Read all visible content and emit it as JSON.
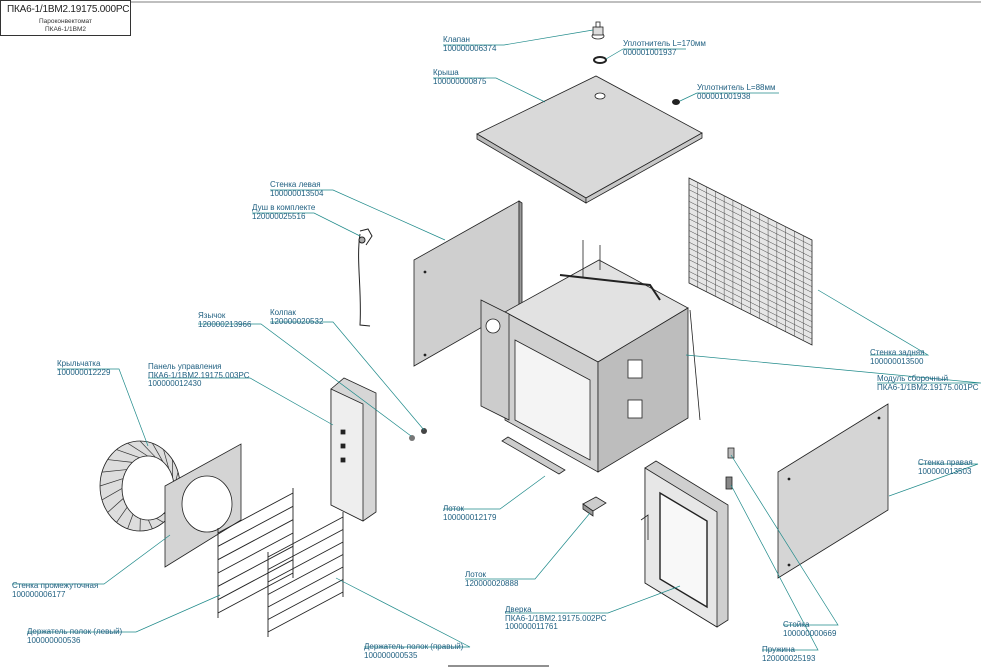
{
  "title": {
    "main": "ПКА6-1/1ВМ2.19175.000РС",
    "sub1": "Пароконвектомат",
    "sub2": "ПКА6-1/1ВМ2"
  },
  "colors": {
    "leader": "#1f8a8a",
    "label": "#1f5f80",
    "line": "#222222"
  },
  "parts": [
    {
      "id": "klapan",
      "name": "Клапан",
      "code": "100000006374"
    },
    {
      "id": "uplotnitel-170",
      "name": "Уплотнитель L=170мм",
      "code": "000001001937"
    },
    {
      "id": "krysha",
      "name": "Крыша",
      "code": "100000000875"
    },
    {
      "id": "uplotnitel-88",
      "name": "Уплотнитель L=88мм",
      "code": "000001001938"
    },
    {
      "id": "stenka-levaya",
      "name": "Стенка левая",
      "code": "100000013504"
    },
    {
      "id": "dush",
      "name": "Душ в комплекте",
      "code": "120000025516"
    },
    {
      "id": "yazychok",
      "name": "Язычок",
      "code": "120000213966"
    },
    {
      "id": "kolpak",
      "name": "Колпак",
      "code": "120000020532"
    },
    {
      "id": "krylchatka",
      "name": "Крыльчатка",
      "code": "100000012229"
    },
    {
      "id": "panel",
      "name": "Панель управления",
      "name2": "ПКА6-1/1ВМ2.19175.003РС",
      "code": "100000012430"
    },
    {
      "id": "stenka-zadnyaya",
      "name": "Стенка задняя",
      "code": "100000013500"
    },
    {
      "id": "modul",
      "name": "Модуль сборочный",
      "name2": "ПКА6-1/1ВМ2.19175.001РС",
      "code": ""
    },
    {
      "id": "stenka-pravaya",
      "name": "Стенка правая",
      "code": "100000013503"
    },
    {
      "id": "lotok-1",
      "name": "Лоток",
      "code": "100000012179"
    },
    {
      "id": "lotok-2",
      "name": "Лоток",
      "code": "120000020888"
    },
    {
      "id": "stenka-prom",
      "name": "Стенка промежуточная",
      "code": "100000006177"
    },
    {
      "id": "derzhatel-levyi",
      "name": "Держатель полок (левый)",
      "code": "100000000536"
    },
    {
      "id": "derzhatel-pravyi",
      "name": "Держатель полок (правый)",
      "code": "100000000535"
    },
    {
      "id": "dverka",
      "name": "Дверка",
      "name2": "ПКА6-1/1ВМ2.19175.002РС",
      "code": "100000011761"
    },
    {
      "id": "stoika",
      "name": "Стойка",
      "code": "100000000669"
    },
    {
      "id": "pruzhina",
      "name": "Пружина",
      "code": "120000025193"
    }
  ]
}
